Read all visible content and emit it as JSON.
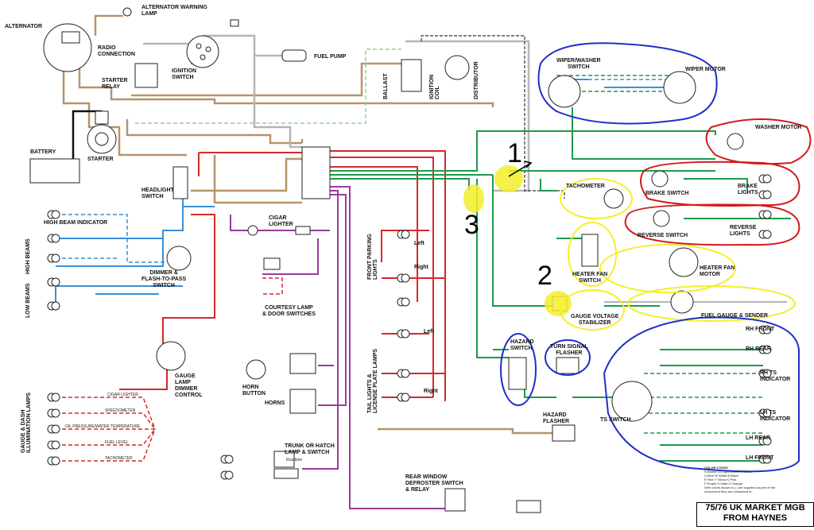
{
  "colors": {
    "brown": "#b8936a",
    "red": "#d62828",
    "green": "#1e9a4a",
    "blue": "#3a8fd8",
    "purple": "#9b3b9b",
    "white": "#b5b5b5",
    "black": "#111111",
    "marker_blue": "#1f2fc7",
    "marker_red": "#d21a1a",
    "highlight_yellow": "#f4ef2a"
  },
  "labels": {
    "alternator": "ALTERNATOR",
    "alternator_warning_lamp": "ALTERNATOR WARNING\nLAMP",
    "radio_connection": "RADIO\nCONNECTION",
    "ignition_switch": "IGNITION\nSWITCH",
    "fuel_pump": "FUEL PUMP",
    "starter_relay": "STARTER\nRELAY",
    "ballast": "BALLAST",
    "ignition_coil": "IGNITION\nCOIL",
    "distributor": "DISTRIBUTOR",
    "battery": "BATTERY",
    "starter": "STARTER",
    "headlight_switch": "HEADLIGHT\nSWITCH",
    "high_beam_indicator": "HIGH BEAM INDICATOR",
    "high_beams": "HIGH BEAMS",
    "low_beams": "LOW BEAMS",
    "dimmer": "DIMMER &\nFLASH-TO-PASS\nSWITCH",
    "cigar_lighter": "CIGAR\nLIGHTER",
    "courtesy_lamp": "COURTESY LAMP\n& DOOR SWITCHES",
    "front_parking_lights": "FRONT PARKING\nLIGHTS",
    "left": "Left",
    "right": "Right",
    "tail_lights": "TAIL LIGHTS &\nLICENSE PLATE LAMPS",
    "gauge_lamp_dimmer": "GAUGE\nLAMP\nDIMMER\nCONTROL",
    "horn_button": "HORN\nBUTTON",
    "horns": "HORNS",
    "gauge_dash_lamps": "GAUGE & DASH\nILLUMINATION LAMPS",
    "dash_cigar_lighter": "CIGAR LIGHTER",
    "speedometer": "SPEEDOMETER",
    "oil_pressure": "OIL PRESSURE/WATER TEMPERATURE",
    "fuel_level": "FUEL LEVEL",
    "tachometer_lamp": "TACHOMETER",
    "trunk_lamp": "TRUNK OR HATCH\nLAMP & SWITCH",
    "roadster": "Roadster",
    "rear_window_defroster": "REAR WINDOW\nDEFROSTER SWITCH\n& RELAY",
    "wiper_washer_switch": "WIPER/WASHER\nSWITCH",
    "wiper_motor": "WIPER MOTOR",
    "washer_motor": "WASHER MOTOR",
    "tachometer": "TACHOMETER",
    "brake_switch": "BRAKE SWITCH",
    "brake_lights": "BRAKE\nLIGHTS",
    "reverse_switch": "REVERSE SWITCH",
    "reverse_lights": "REVERSE\nLIGHTS",
    "heater_fan_switch": "HEATER FAN\nSWITCH",
    "heater_fan_motor": "HEATER FAN\nMOTOR",
    "gauge_voltage_stabilizer": "GAUGE VOLTAGE\nSTABILIZER",
    "fuel_gauge_sender": "FUEL GAUGE & SENDER",
    "hazard_switch": "HAZARD\nSWITCH",
    "turn_signal_flasher": "TURN SIGNAL\nFLASHER",
    "hazard_flasher": "HAZARD\nFLASHER",
    "ts_switch": "TS SWITCH",
    "rh_front": "RH FRONT",
    "rh_rear": "RH REAR",
    "rh_ts_indicator": "RH TS\nINDICATOR",
    "lh_ts_indicator": "LH TS\nINDICATOR",
    "lh_rear": "LH REAR",
    "lh_front": "LH FRONT"
  },
  "annotations": {
    "marker_1": "1",
    "marker_2": "2",
    "marker_3": "3"
  },
  "legend": {
    "heading": "COLOR CODES",
    "rows": [
      "N  Brown    LG  Light Green   G  Green",
      "U  Blue     W   White         B  Black",
      "R  Red      Y   Yellow        K  Pink",
      "P  Purple   S   Slate         O  Orange"
    ],
    "note1": "Wire colors shown in ( ) are supplied as part of the",
    "note2": "component they are connected to."
  },
  "title": {
    "line1": "75/76 UK MARKET MGB",
    "line2": "FROM HAYNES"
  }
}
